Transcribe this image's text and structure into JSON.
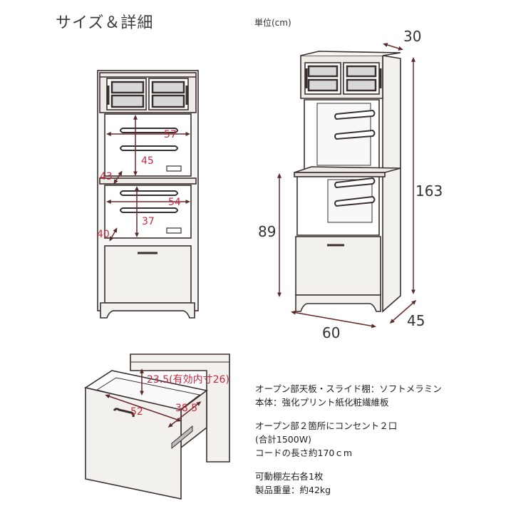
{
  "header": {
    "title": "サイズ＆詳細",
    "unit": "単位(cm)"
  },
  "front_view": {
    "upper_shelf_width": "57",
    "upper_shelf_height": "45",
    "upper_depth": "43",
    "lower_shelf_width": "54",
    "lower_shelf_height": "37",
    "lower_depth": "40"
  },
  "side_view": {
    "depth_top": "30",
    "total_height": "163",
    "counter_height": "89",
    "width": "60",
    "depth": "45"
  },
  "drawer_view": {
    "inner_height": "23.5(有効内寸26)",
    "inner_width": "52",
    "inner_depth": "38.5"
  },
  "specs": {
    "line1": "オープン部天板・スライド棚：ソフトメラミン",
    "line2": "本体：強化プリント紙化粧繊維板",
    "line3": "オープン部２箇所にコンセント２口",
    "line4": "(合計1500W)",
    "line5": "コードの長さ約170ｃm",
    "line6": "可動棚左右各1枚",
    "line7": "製品重量：約42kg"
  }
}
